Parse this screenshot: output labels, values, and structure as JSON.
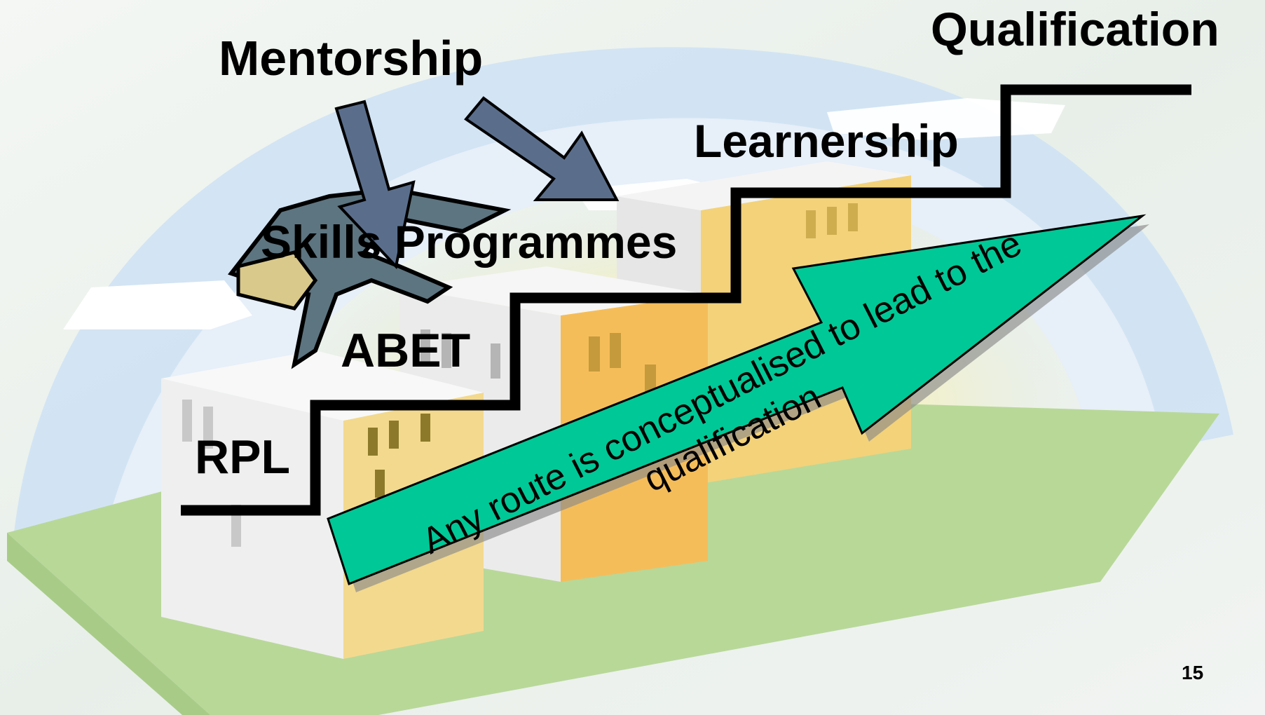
{
  "slide": {
    "labels": {
      "mentorship": "Mentorship",
      "qualification": "Qualification",
      "learnership": "Learnership",
      "skills_programmes": "Skills Programmes",
      "abet": "ABET",
      "rpl": "RPL"
    },
    "arrow_text_line1": "Any route is conceptualised to lead to the",
    "arrow_text_line2": "qualification",
    "page_number": "15"
  },
  "colors": {
    "big_arrow": "#00c896",
    "small_arrows": "#5a6e8c",
    "staircase": "#000000",
    "ground": "#b8d898",
    "sky": "#cfe0f2"
  }
}
